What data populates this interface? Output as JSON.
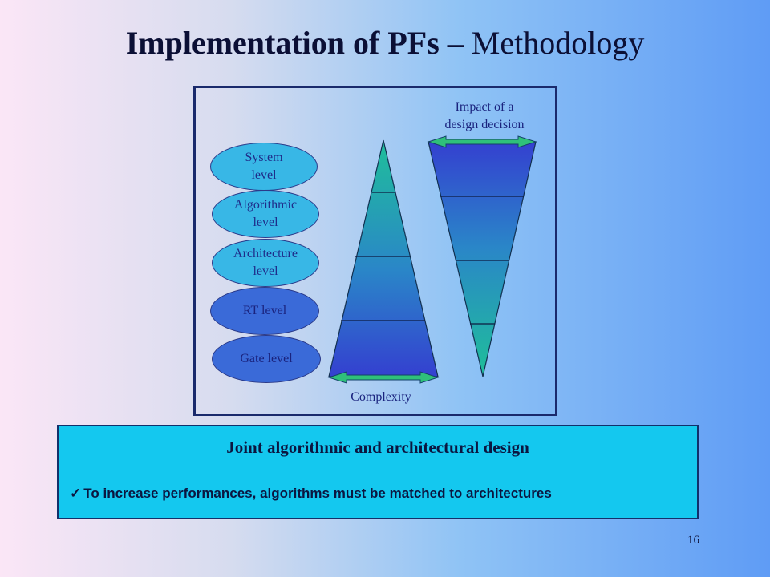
{
  "slide": {
    "title_bold": "Implementation of PFs –",
    "title_rest": " Methodology",
    "page_number": "16"
  },
  "diagram": {
    "levels": [
      {
        "label": "System\nlevel",
        "style": "light"
      },
      {
        "label": "Algorithmic\nlevel",
        "style": "light"
      },
      {
        "label": "Architecture\nlevel",
        "style": "light"
      },
      {
        "label": "RT level",
        "style": "dark"
      },
      {
        "label": "Gate level",
        "style": "dark"
      }
    ],
    "complexity_label": "Complexity",
    "impact_label": "Impact of a\ndesign decision",
    "colors": {
      "dark_blue": "#3440d0",
      "teal": "#1fbf9a",
      "arrow": "#2fc07a"
    }
  },
  "info": {
    "heading": "Joint algorithmic and architectural design",
    "bullet": "To increase performances, algorithms must be matched to architectures",
    "check_icon": "✓"
  }
}
